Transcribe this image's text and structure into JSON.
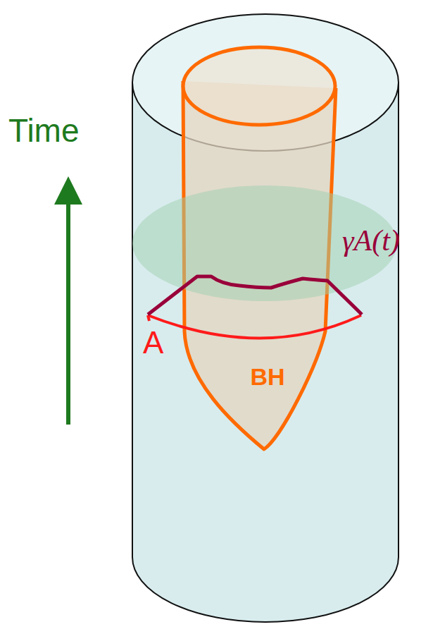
{
  "diagram": {
    "nodes": [
      {
        "text": [
          "BH"
        ]
      }
    ],
    "labels": [
      "Time",
      "A",
      "γA(t)"
    ]
  }
}
